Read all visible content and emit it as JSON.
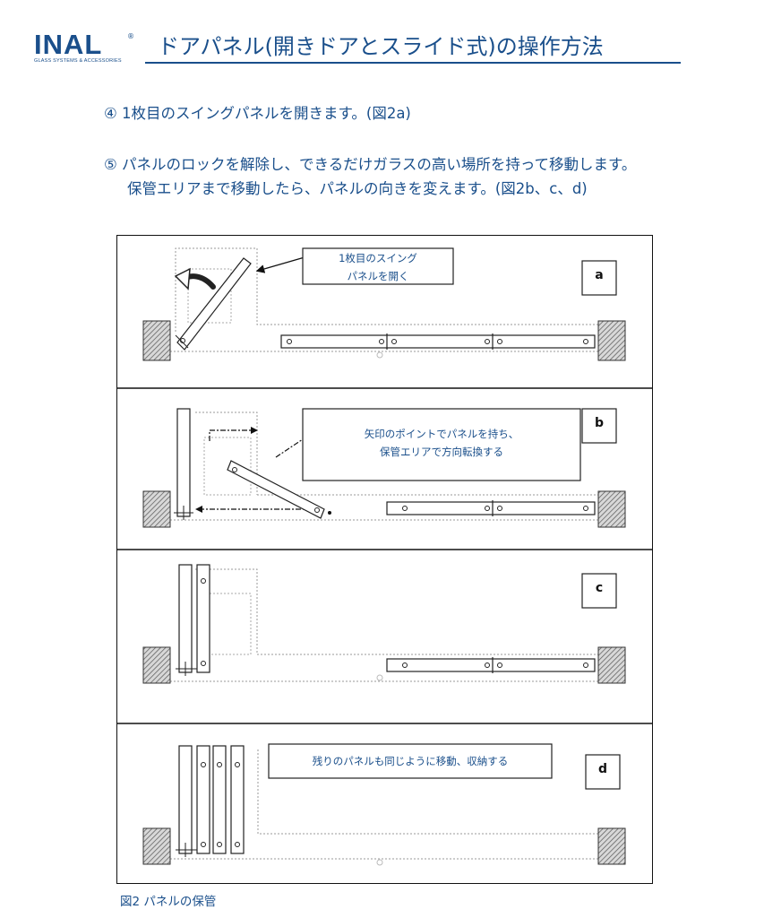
{
  "header": {
    "logo_text": "INAL",
    "logo_registered": "®",
    "logo_tagline": "GLASS SYSTEMS & ACCESSORIES",
    "title": "ドアパネル(開きドアとスライド式)の操作方法"
  },
  "steps": {
    "step4": "④ 1枚目のスイングパネルを開きます。(図2a)",
    "step5_line1": "⑤ パネルのロックを解除し、できるだけガラスの高い場所を持って移動します。",
    "step5_line2": "保管エリアまで移動したら、パネルの向きを変えます。(図2b、c、d)"
  },
  "figure": {
    "panels": [
      {
        "letter": "a",
        "callout_line1": "1枚目のスイング",
        "callout_line2": "パネルを開く"
      },
      {
        "letter": "b",
        "callout_line1": "矢印のポイントでパネルを持ち、",
        "callout_line2": "保管エリアで方向転換する"
      },
      {
        "letter": "c"
      },
      {
        "letter": "d",
        "callout_line1": "残りのパネルも同じように移動、収納する"
      }
    ],
    "caption": "図2  パネルの保管"
  }
}
